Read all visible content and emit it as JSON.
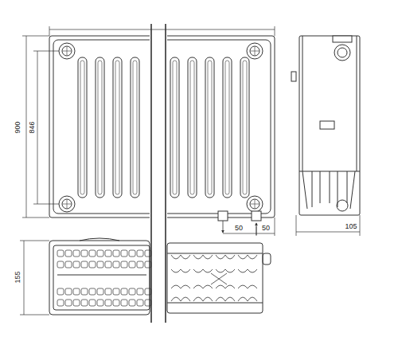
{
  "diagram": {
    "labels": [
      "900",
      "846",
      "50",
      "50",
      "155",
      "105"
    ]
  }
}
